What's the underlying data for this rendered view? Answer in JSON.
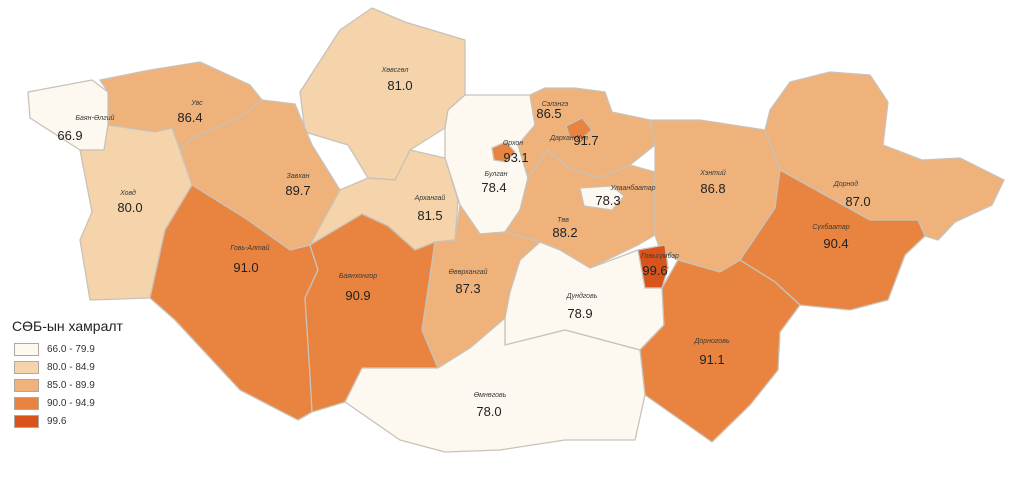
{
  "legend": {
    "title": "СӨБ-ын хамралт",
    "classes": [
      {
        "label": "66.0 - 79.9",
        "color": "#fdf8f0"
      },
      {
        "label": "80.0 - 84.9",
        "color": "#f5d3ab"
      },
      {
        "label": "85.0 - 89.9",
        "color": "#efb27b"
      },
      {
        "label": "90.0 - 94.9",
        "color": "#e8843f"
      },
      {
        "label": "99.6",
        "color": "#d8541b"
      }
    ]
  },
  "regions": [
    {
      "name": "Баян-Өлгий",
      "value": "66.9",
      "class": 0
    },
    {
      "name": "Увс",
      "value": "86.4",
      "class": 2
    },
    {
      "name": "Хөвсгөл",
      "value": "81.0",
      "class": 1
    },
    {
      "name": "Ховд",
      "value": "80.0",
      "class": 1
    },
    {
      "name": "Завхан",
      "value": "89.7",
      "class": 2
    },
    {
      "name": "Архангай",
      "value": "81.5",
      "class": 1
    },
    {
      "name": "Булган",
      "value": "78.4",
      "class": 0
    },
    {
      "name": "Орхон",
      "value": "93.1",
      "class": 3
    },
    {
      "name": "Сэлэнгэ",
      "value": "86.5",
      "class": 2
    },
    {
      "name": "Дархан-Уул",
      "value": "91.7",
      "class": 3
    },
    {
      "name": "Төв",
      "value": "88.2",
      "class": 2
    },
    {
      "name": "Улаанбаатар",
      "value": "78.3",
      "class": 0
    },
    {
      "name": "Хэнтий",
      "value": "86.8",
      "class": 2
    },
    {
      "name": "Дорнод",
      "value": "87.0",
      "class": 2
    },
    {
      "name": "Говь-Алтай",
      "value": "91.0",
      "class": 3
    },
    {
      "name": "Баянхонгор",
      "value": "90.9",
      "class": 3
    },
    {
      "name": "Өвөрхангай",
      "value": "87.3",
      "class": 2
    },
    {
      "name": "Говьсүмбэр",
      "value": "99.6",
      "class": 4
    },
    {
      "name": "Сүхбаатар",
      "value": "90.4",
      "class": 3
    },
    {
      "name": "Дундговь",
      "value": "78.9",
      "class": 0
    },
    {
      "name": "Дорноговь",
      "value": "91.1",
      "class": 3
    },
    {
      "name": "Өмнөговь",
      "value": "78.0",
      "class": 0
    }
  ]
}
